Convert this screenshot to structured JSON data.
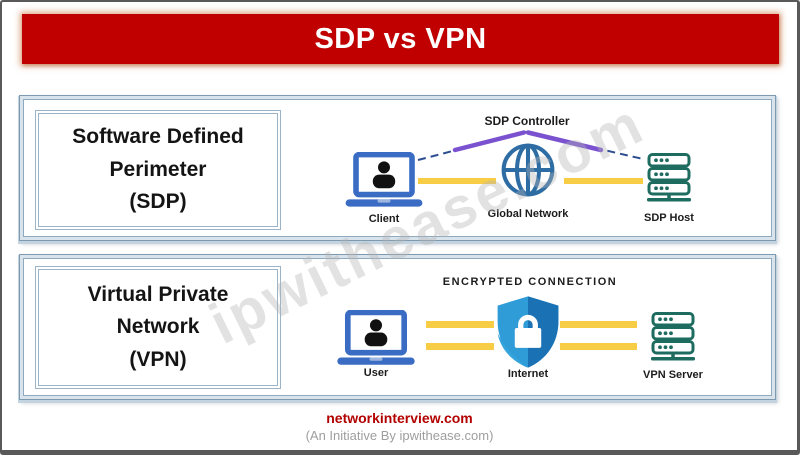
{
  "banner": {
    "title": "SDP vs VPN"
  },
  "sections": [
    {
      "id": "sdp",
      "label_lines": [
        "Software Defined",
        "Perimeter",
        "(SDP)"
      ],
      "top_label": "SDP Controller",
      "nodes": [
        {
          "icon": "laptop-user-icon",
          "label": "Client"
        },
        {
          "icon": "globe-icon",
          "label": "Global Network"
        },
        {
          "icon": "server-icon",
          "label": "SDP Host"
        }
      ]
    },
    {
      "id": "vpn",
      "label_lines": [
        "Virtual Private",
        "Network",
        "(VPN)"
      ],
      "top_label": "ENCRYPTED CONNECTION",
      "nodes": [
        {
          "icon": "laptop-user-icon",
          "label": "User"
        },
        {
          "icon": "shield-lock-icon",
          "label": "Internet"
        },
        {
          "icon": "server-icon",
          "label": "VPN Server"
        }
      ]
    }
  ],
  "watermark": {
    "text": "ipwithease.com"
  },
  "footer": {
    "site": "networkinterview.com",
    "initiative": "(An Initiative By ipwithease.com)"
  },
  "colors": {
    "banner_red": "#c00000",
    "frame_slate": "#8fa9be",
    "connector_yellow": "#f7cd46",
    "controller_purple": "#7a52cf",
    "dashed_navy": "#2d4f92",
    "laptop_blue": "#3a6cc4",
    "globe_blue": "#2e6da4",
    "server_teal": "#1e6c60",
    "shield_light_blue": "#2f9cd8",
    "shield_dark_blue": "#1a72b5",
    "footer_red": "#b30000",
    "footer_gray": "#9e9e9e",
    "watermark_gray": "#b5b5b5"
  }
}
